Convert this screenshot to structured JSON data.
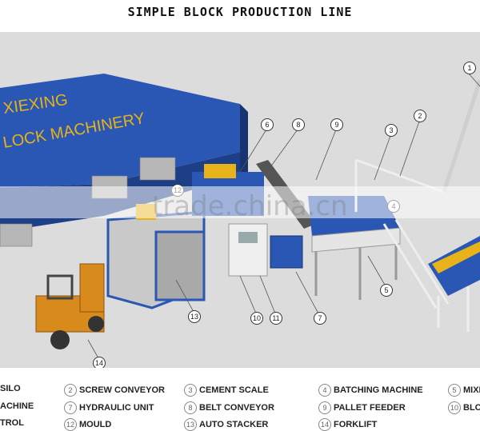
{
  "title": "SIMPLE BLOCK PRODUCTION LINE",
  "warehouse": {
    "line1": "XIEXING",
    "line2": "LOCK MACHINERY"
  },
  "watermark": "trade.china.cn",
  "colors": {
    "blue": "#1f4fa8",
    "yellow": "#e8b31a",
    "orange": "#d98a1c",
    "grey": "#d0d0d0"
  },
  "callouts": [
    "1",
    "2",
    "3",
    "4",
    "5",
    "6",
    "7",
    "8",
    "9",
    "10",
    "11",
    "12",
    "13",
    "14"
  ],
  "legend": [
    {
      "num": "",
      "label": "SILO"
    },
    {
      "num": "2",
      "label": "SCREW CONVEYOR"
    },
    {
      "num": "3",
      "label": "CEMENT SCALE"
    },
    {
      "num": "4",
      "label": "BATCHING MACHINE"
    },
    {
      "num": "5",
      "label": "MIXE"
    },
    {
      "num": "",
      "label": "ACHINE"
    },
    {
      "num": "7",
      "label": "HYDRAULIC UNIT"
    },
    {
      "num": "8",
      "label": "BELT CONVEYOR"
    },
    {
      "num": "9",
      "label": "PALLET FEEDER"
    },
    {
      "num": "10",
      "label": "BLO"
    },
    {
      "num": "",
      "label": "TROL"
    },
    {
      "num": "12",
      "label": "MOULD"
    },
    {
      "num": "13",
      "label": "AUTO STACKER"
    },
    {
      "num": "14",
      "label": "FORKLIFT"
    }
  ]
}
